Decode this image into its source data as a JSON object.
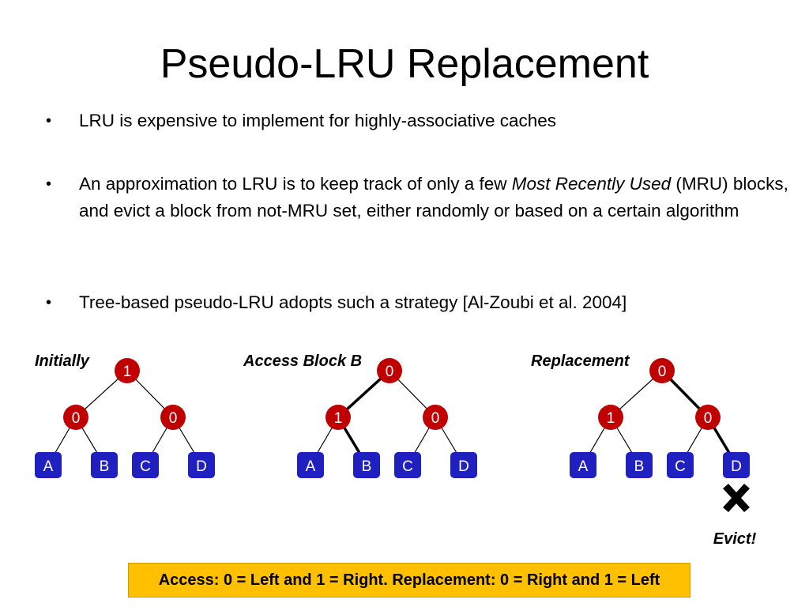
{
  "title": "Pseudo-LRU Replacement",
  "bullet_symbol": "•",
  "bullets": [
    {
      "text": "LRU is expensive to implement for highly-associative caches"
    },
    {
      "before": "An approximation to LRU is to keep track of only a few ",
      "emph": "Most Recently Used",
      "after": " (MRU) blocks, and evict a block from not-MRU set, either randomly or based on a certain algorithm"
    },
    {
      "text": "Tree-based pseudo-LRU adopts such a strategy [Al-Zoubi et al. 2004]"
    }
  ],
  "colors": {
    "node_red": "#c00000",
    "leaf_blue": "#2020c0",
    "legend_bg": "#ffc000"
  },
  "diagrams": [
    {
      "label": "Initially",
      "root": "1",
      "left": "0",
      "right": "0",
      "leaves": [
        "A",
        "B",
        "C",
        "D"
      ]
    },
    {
      "label": "Access Block B",
      "root": "0",
      "left": "1",
      "right": "0",
      "leaves": [
        "A",
        "B",
        "C",
        "D"
      ]
    },
    {
      "label": "Replacement",
      "root": "0",
      "left": "1",
      "right": "0",
      "leaves": [
        "A",
        "B",
        "C",
        "D"
      ]
    }
  ],
  "evict_icon": "x-mark-icon",
  "evict_label": "Evict!",
  "legend": "Access: 0 = Left and 1 = Right. Replacement: 0 = Right and 1 = Left"
}
